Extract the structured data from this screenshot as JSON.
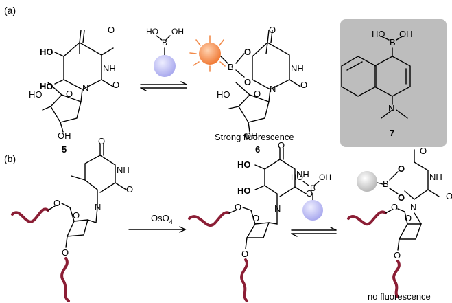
{
  "panels": {
    "a": {
      "label": "(a)",
      "compound_5": "5",
      "compound_6": "6",
      "compound_7": "7",
      "fluorescence_text": "Strong fluorescence",
      "atoms": {
        "HO": "HO",
        "OH": "OH",
        "O": "O",
        "NH": "NH",
        "N": "N",
        "B": "B"
      }
    },
    "b": {
      "label": "(b)",
      "reagent": "OsO",
      "reagent_sub": "4",
      "fluorescence_text": "no fluorescence"
    }
  },
  "colors": {
    "dna_strand": "#8b1e35",
    "boronic_probe": "#b9b9f2",
    "fluorescent_probe": "#f28a4a",
    "inactive_probe": "#cccccc",
    "highlight_box": "#bdbdbd"
  }
}
